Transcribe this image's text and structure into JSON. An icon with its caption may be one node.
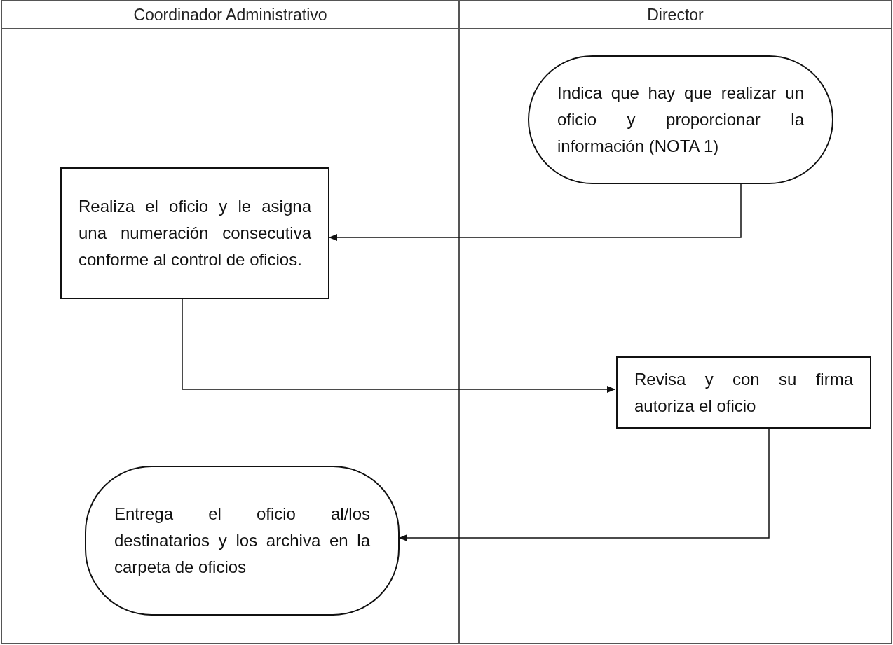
{
  "diagram": {
    "nodes": [
      {
        "text": [
          "Coordinador Administrativo"
        ]
      },
      {
        "text": [
          "Director"
        ]
      },
      {
        "text": [
          "Indica que hay que realizar un oficio y proporcionar la información (NOTA 1)"
        ],
        "in": 1
      },
      {
        "text": [
          "Realiza el oficio y le asigna una numeración consecutiva conforme al control de oficios."
        ],
        "in": 0
      },
      {
        "text": [
          "Revisa y con su firma autoriza el oficio"
        ],
        "in": 1
      },
      {
        "text": [
          "Entrega el oficio al/los destinatarios y los archiva en la carpeta de oficios"
        ],
        "in": 0
      }
    ],
    "edges": [
      {
        "from": 2,
        "to": 3,
        "arrow": "to"
      },
      {
        "from": 3,
        "to": 4,
        "arrow": "to"
      },
      {
        "from": 4,
        "to": 5,
        "arrow": "to"
      }
    ]
  }
}
